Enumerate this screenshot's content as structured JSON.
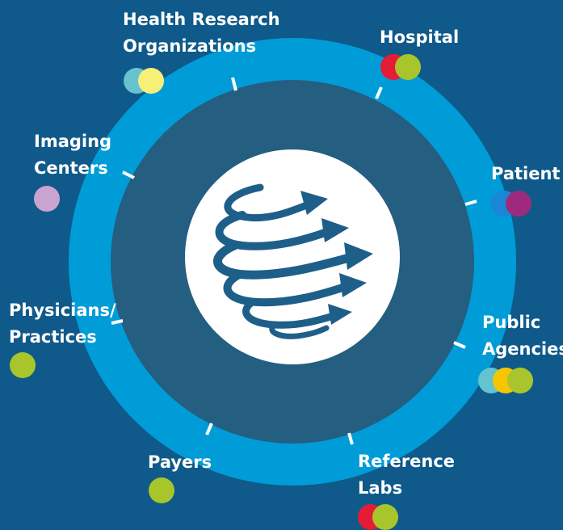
{
  "nodes": [
    {
      "id": "health-research",
      "lines": [
        "Health Research",
        "Organizations"
      ],
      "dots": [
        "#64c3cf",
        "#f7f077"
      ]
    },
    {
      "id": "hospital",
      "lines": [
        "Hospital"
      ],
      "dots": [
        "#e51c35",
        "#a8c62b"
      ]
    },
    {
      "id": "patient",
      "lines": [
        "Patient"
      ],
      "dots": [
        "#1a86d5",
        "#9e2a7d"
      ]
    },
    {
      "id": "public-agencies",
      "lines": [
        "Public",
        "Agencies"
      ],
      "dots": [
        "#64c3cf",
        "#f7c600",
        "#a8c62b"
      ]
    },
    {
      "id": "reference-labs",
      "lines": [
        "Reference",
        "Labs"
      ],
      "dots": [
        "#e51c35",
        "#a8c62b"
      ]
    },
    {
      "id": "payers",
      "lines": [
        "Payers"
      ],
      "dots": [
        "#a8c62b"
      ]
    },
    {
      "id": "physicians",
      "lines": [
        "Physicians/",
        "Practices"
      ],
      "dots": [
        "#a8c62b"
      ]
    },
    {
      "id": "imaging-centers",
      "lines": [
        "Imaging",
        "Centers"
      ],
      "dots": [
        "#c9a4d1"
      ]
    }
  ],
  "colors": {
    "background": "#0f5a8a",
    "outer_ring": "#009cd8",
    "inner_disc": "#245e80",
    "center_disc": "#ffffff",
    "globe_arrows": "#1e5f8a"
  },
  "center_icon": "globe-arrows-icon"
}
